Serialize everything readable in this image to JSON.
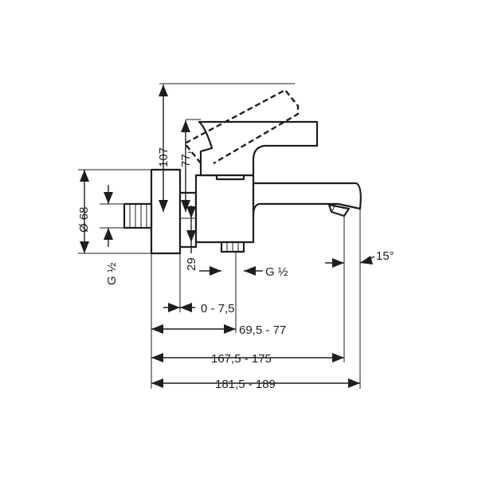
{
  "drawing": {
    "labels": {
      "height_107": "107",
      "height_77": "77,",
      "diameter_68": "Ø 68",
      "thread_left": "G ½",
      "dim_29": "29",
      "thread_bottom": "G ½",
      "angle_15": "15°",
      "offset_0_7_5": "0 - 7,5",
      "len_69_5_77": "69,5 - 77",
      "len_167_5_175": "167,5 - 175",
      "len_181_5_189": "181,5 - 189"
    }
  }
}
